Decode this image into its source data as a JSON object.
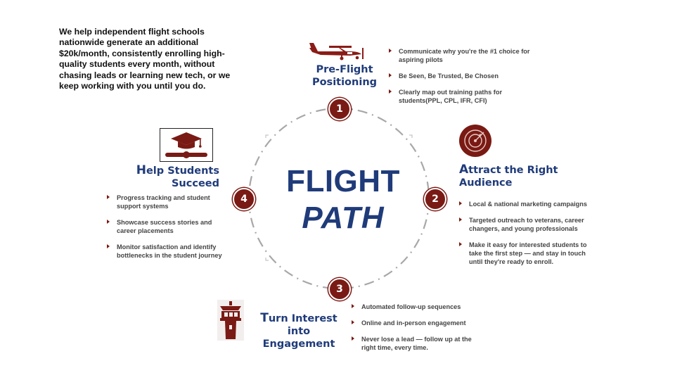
{
  "intro_text": "We help independent flight schools nationwide generate an additional $20k/month, consistently enrolling high-quality students every month, without chasing leads or learning new tech, or we keep working with you until you do.",
  "center": {
    "line1": "FLIGHT",
    "line2": "PATH"
  },
  "colors": {
    "accent": "#7a1a14",
    "title_blue": "#1f3b7a",
    "ring": "#a8a8a8"
  },
  "stages": [
    {
      "number": "1",
      "icon": "airplane-icon",
      "title_first": "Pre-Flight",
      "title_second": "Positioning",
      "bullets": [
        "Communicate why you're the #1 choice for aspiring pilots",
        "Be Seen, Be Trusted, Be Chosen",
        "Clearly map out training paths  for students(PPL, CPL, IFR, CFI)"
      ]
    },
    {
      "number": "2",
      "icon": "radar-icon",
      "title_cap": "A",
      "title_rest": "ttract the Right",
      "title_second": "Audience",
      "bullets": [
        "Local & national marketing campaigns",
        "Targeted outreach to veterans, career changers, and young professionals",
        "Make it easy for interested students to take the first step — and stay in touch until they're ready to enroll."
      ]
    },
    {
      "number": "3",
      "icon": "control-tower-icon",
      "title_cap": "T",
      "title_rest": "urn Interest into",
      "title_second": "Engagement",
      "bullets": [
        "Automated follow-up sequences",
        "Online and in-person engagement",
        "Never lose a lead — follow up at the right time, every time."
      ]
    },
    {
      "number": "4",
      "icon": "graduation-cap-icon",
      "title_cap": "H",
      "title_rest": "elp Students",
      "title_second": "Succeed",
      "bullets": [
        "Progress tracking and student support systems",
        "Showcase success stories and career placements",
        "Monitor satisfaction and identify bottlenecks in the student journey"
      ]
    }
  ]
}
